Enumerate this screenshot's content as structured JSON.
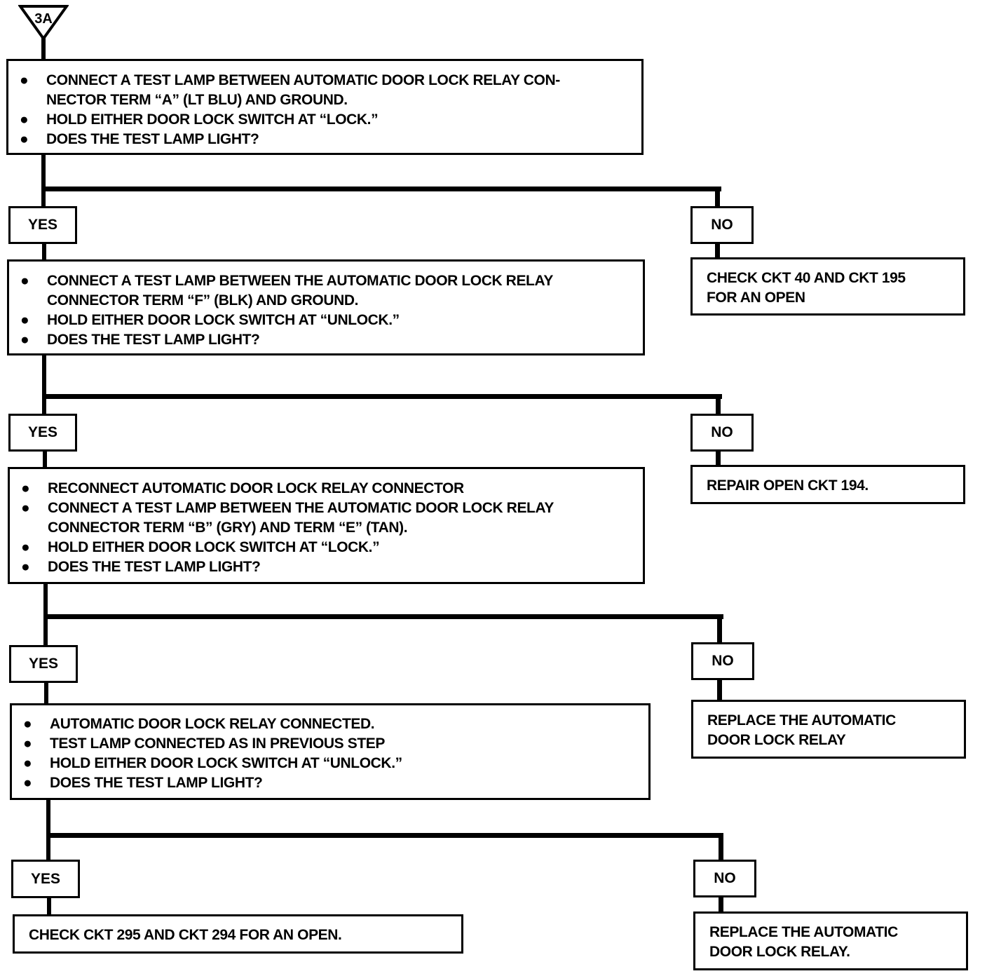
{
  "start_marker": "3A",
  "steps": [
    {
      "lines": [
        "CONNECT A TEST LAMP BETWEEN AUTOMATIC DOOR LOCK RELAY CON-\nNECTOR TERM “A” (LT BLU) AND GROUND.",
        "HOLD EITHER DOOR LOCK SWITCH AT “LOCK.”",
        "DOES THE TEST LAMP LIGHT?"
      ]
    },
    {
      "lines": [
        "CONNECT A TEST LAMP BETWEEN THE AUTOMATIC DOOR LOCK RELAY\nCONNECTOR TERM “F” (BLK) AND GROUND.",
        "HOLD EITHER DOOR LOCK SWITCH AT “UNLOCK.”",
        "DOES THE TEST LAMP LIGHT?"
      ]
    },
    {
      "lines": [
        "RECONNECT AUTOMATIC DOOR LOCK RELAY CONNECTOR",
        "CONNECT A TEST LAMP BETWEEN THE AUTOMATIC DOOR LOCK RELAY\nCONNECTOR TERM “B” (GRY) AND TERM “E” (TAN).",
        "HOLD EITHER DOOR LOCK SWITCH AT “LOCK.”",
        "DOES THE TEST LAMP LIGHT?"
      ]
    },
    {
      "lines": [
        "AUTOMATIC DOOR LOCK RELAY CONNECTED.",
        "TEST LAMP CONNECTED AS IN PREVIOUS STEP",
        "HOLD EITHER DOOR LOCK SWITCH AT “UNLOCK.”",
        "DOES THE TEST LAMP LIGHT?"
      ]
    }
  ],
  "yes_label": "YES",
  "no_label": "NO",
  "no_results": [
    "CHECK CKT 40 AND CKT 195\nFOR AN OPEN",
    "REPAIR OPEN CKT 194.",
    "REPLACE THE AUTOMATIC\nDOOR LOCK RELAY",
    "REPLACE THE AUTOMATIC\nDOOR LOCK RELAY."
  ],
  "final_yes_result": "CHECK CKT 295 AND CKT 294 FOR AN OPEN.",
  "bullet_glyph": "●"
}
